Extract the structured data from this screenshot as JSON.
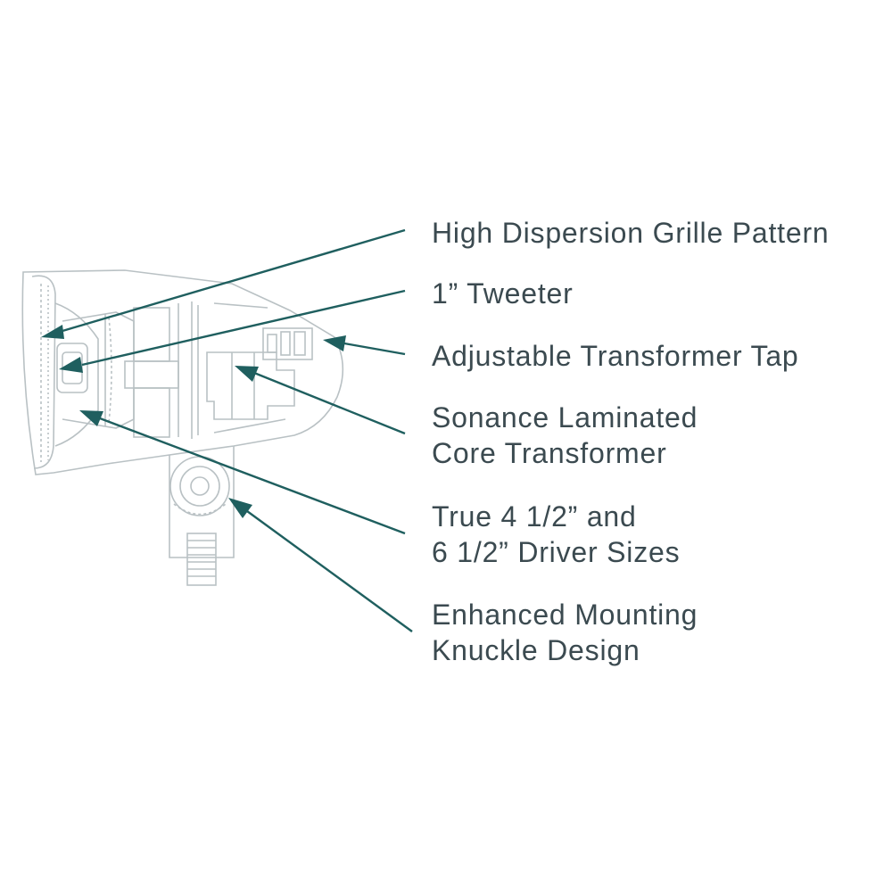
{
  "colors": {
    "arrow": "#1f5f5f",
    "text": "#3b4a50",
    "drawing": "#b9c1c4"
  },
  "labels": {
    "grille": {
      "lines": [
        "High Dispersion Grille Pattern"
      ]
    },
    "tweeter": {
      "lines": [
        "1” Tweeter"
      ]
    },
    "tap": {
      "lines": [
        "Adjustable Transformer Tap"
      ]
    },
    "transformer": {
      "lines": [
        "Sonance Laminated",
        "Core Transformer"
      ]
    },
    "driver": {
      "lines": [
        "True 4 1/2” and",
        "6 1/2” Driver Sizes"
      ]
    },
    "knuckle": {
      "lines": [
        "Enhanced Mounting",
        "Knuckle Design"
      ]
    }
  }
}
